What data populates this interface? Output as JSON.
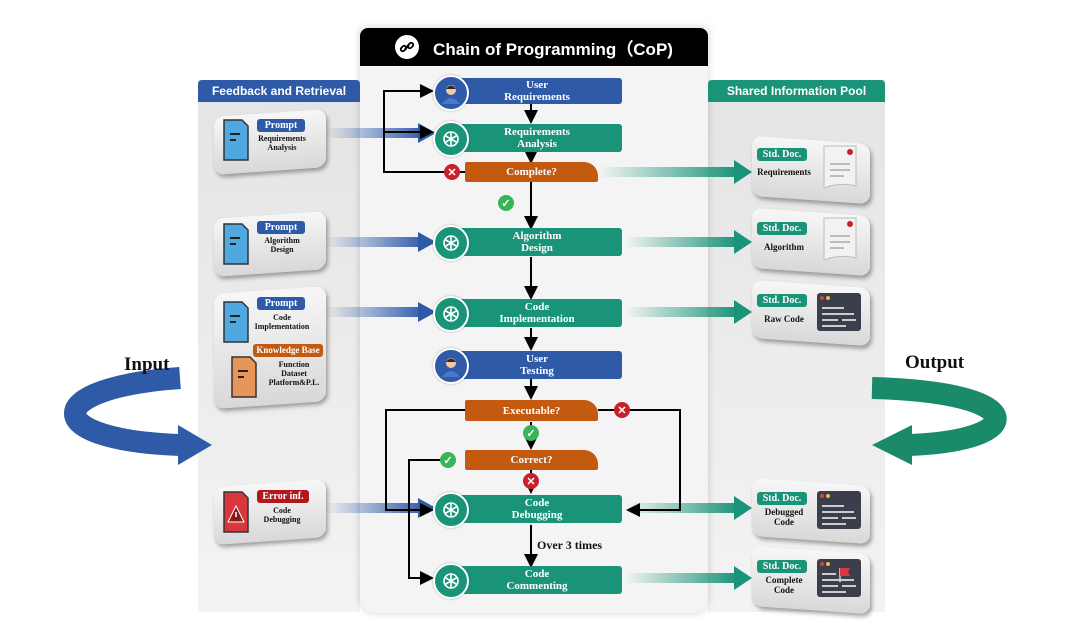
{
  "title": "Chain of Programming（CoP)",
  "left_header": "Feedback and Retrieval",
  "right_header": "Shared Information Pool",
  "input_label": "Input",
  "output_label": "Output",
  "steps": {
    "user_requirements": [
      "User",
      "Requirements"
    ],
    "requirements_analysis": [
      "Requirements",
      "Analysis"
    ],
    "complete": "Complete?",
    "algorithm_design": [
      "Algorithm",
      "Design"
    ],
    "code_implementation": [
      "Code",
      "Implementation"
    ],
    "user_testing": [
      "User",
      "Testing"
    ],
    "executable": "Executable?",
    "correct": "Correct?",
    "code_debugging": [
      "Code",
      "Debugging"
    ],
    "code_commenting": [
      "Code",
      "Commenting"
    ],
    "over_times": "Over 3 times"
  },
  "left_cards": [
    {
      "tag": "Prompt",
      "lines": [
        "Requirements",
        "Analysis"
      ]
    },
    {
      "tag": "Prompt",
      "lines": [
        "Algorithm",
        "Design"
      ]
    },
    {
      "tag": "Prompt",
      "lines": [
        "Code",
        "Implementation"
      ],
      "kb_tag": "Knowledge Base",
      "kb_lines": [
        "Function",
        "Dataset",
        "Platform&P.L."
      ]
    },
    {
      "tag": "Error inf.",
      "lines": [
        "Code",
        "Debugging"
      ]
    }
  ],
  "right_cards": [
    {
      "tag": "Std. Doc.",
      "lines": [
        "Requirements"
      ]
    },
    {
      "tag": "Std. Doc.",
      "lines": [
        "Algorithm"
      ]
    },
    {
      "tag": "Std. Doc.",
      "lines": [
        "Raw Code"
      ]
    },
    {
      "tag": "Std. Doc.",
      "lines": [
        "Debugged",
        "Code"
      ]
    },
    {
      "tag": "Std. Doc.",
      "lines": [
        "Complete",
        "Code"
      ]
    }
  ],
  "colors": {
    "blue": "#2e5aa8",
    "green": "#1a9478",
    "orange": "#c45a10",
    "ok": "#3bb35a",
    "error": "#c8202a"
  }
}
